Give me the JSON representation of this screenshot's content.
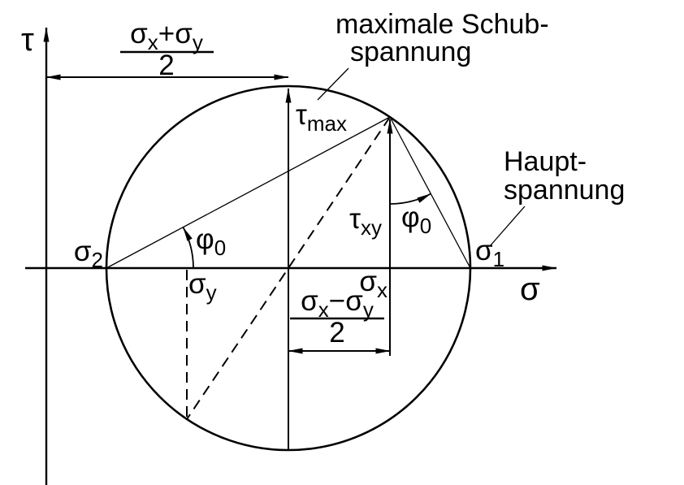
{
  "diagram_title": "Mohr circle stress diagram",
  "axes": {
    "tau": "τ",
    "sigma": "σ"
  },
  "symbols": {
    "sigma": "σ",
    "tau": "τ",
    "phi": "φ",
    "plus": "+",
    "minus": "−",
    "two": "2"
  },
  "subscripts": {
    "one": "1",
    "two": "2",
    "x": "x",
    "y": "y",
    "max": "max",
    "xy": "xy",
    "zero": "0"
  },
  "annotations": {
    "max_shear": {
      "line1": "maximale Schub-",
      "line2": "spannung"
    },
    "principal": {
      "line1": "Haupt-",
      "line2": "spannung"
    }
  },
  "colors": {
    "ink": "#000000",
    "background": "#ffffff"
  }
}
